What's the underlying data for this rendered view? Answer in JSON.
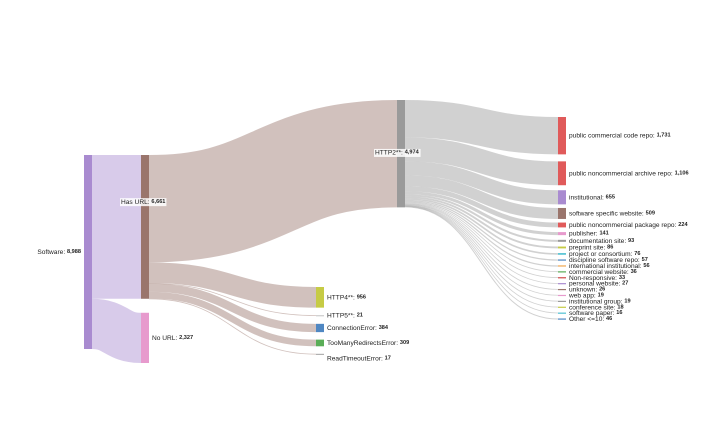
{
  "chart_data": {
    "type": "sankey",
    "nodes": [
      {
        "id": "software",
        "name": "Software",
        "value": "8,988",
        "color": "#a98bd0"
      },
      {
        "id": "has_url",
        "name": "Has URL",
        "value": "6,661",
        "color": "#9a756c"
      },
      {
        "id": "no_url",
        "name": "No URL",
        "value": "2,327",
        "color": "#e79acd"
      },
      {
        "id": "http2",
        "name": "HTTP2**",
        "value": "4,974",
        "color": "#9a9a9a"
      },
      {
        "id": "http4",
        "name": "HTTP4**",
        "value": "956",
        "color": "#c6cb45"
      },
      {
        "id": "http5",
        "name": "HTTP5**",
        "value": "21",
        "color": "#cccccc"
      },
      {
        "id": "conn_err",
        "name": "ConnectionError",
        "value": "384",
        "color": "#4f87c2"
      },
      {
        "id": "redir_err",
        "name": "TooManyRedirectsError",
        "value": "309",
        "color": "#5aad57"
      },
      {
        "id": "timeout_err",
        "name": "ReadTimeoutError",
        "value": "17",
        "color": "#b0b0b0"
      },
      {
        "id": "pub_code",
        "name": "public commercial code repo",
        "value": "1,731",
        "color": "#e05a5a"
      },
      {
        "id": "pub_noncomm",
        "name": "public noncommercial archive repo",
        "value": "1,106",
        "color": "#e05a5a"
      },
      {
        "id": "institutional",
        "name": "institutional",
        "value": "655",
        "color": "#a98bd0"
      },
      {
        "id": "sw_site",
        "name": "software specific website",
        "value": "509",
        "color": "#9a756c"
      },
      {
        "id": "pub_pkg",
        "name": "public noncommercial package repo",
        "value": "224",
        "color": "#e05a5a"
      },
      {
        "id": "publisher",
        "name": "publisher",
        "value": "141",
        "color": "#e79acd"
      },
      {
        "id": "doc_site",
        "name": "documentation site",
        "value": "93",
        "color": "#9a9a9a"
      },
      {
        "id": "preprint",
        "name": "preprint site",
        "value": "86",
        "color": "#c6cb45"
      },
      {
        "id": "project",
        "name": "project or consortium",
        "value": "76",
        "color": "#4fc1d2"
      },
      {
        "id": "discipline",
        "name": "discipline software repo",
        "value": "57",
        "color": "#4f87c2"
      },
      {
        "id": "intl_inst",
        "name": "international institutional",
        "value": "56",
        "color": "#f0a850"
      },
      {
        "id": "comm_site",
        "name": "commercial website",
        "value": "36",
        "color": "#5aad57"
      },
      {
        "id": "nonresp",
        "name": "Non-responsive",
        "value": "33",
        "color": "#d04848"
      },
      {
        "id": "personal",
        "name": "personal website",
        "value": "27",
        "color": "#a98bd0"
      },
      {
        "id": "unknown",
        "name": "unknown",
        "value": "26",
        "color": "#9a756c"
      },
      {
        "id": "webapp",
        "name": "web app",
        "value": "19",
        "color": "#e79acd"
      },
      {
        "id": "inst_group",
        "name": "institutional group",
        "value": "19",
        "color": "#9a9a9a"
      },
      {
        "id": "conf_site",
        "name": "conference site",
        "value": "18",
        "color": "#c6cb45"
      },
      {
        "id": "sw_paper",
        "name": "software paper",
        "value": "16",
        "color": "#4fc1d2"
      },
      {
        "id": "other",
        "name": "Other <=10",
        "value": "46",
        "color": "#4f87c2"
      }
    ],
    "links": [
      {
        "source": "software",
        "target": "has_url",
        "value": 6661
      },
      {
        "source": "software",
        "target": "no_url",
        "value": 2327
      },
      {
        "source": "has_url",
        "target": "http2",
        "value": 4974
      },
      {
        "source": "has_url",
        "target": "http4",
        "value": 956
      },
      {
        "source": "has_url",
        "target": "http5",
        "value": 21
      },
      {
        "source": "has_url",
        "target": "conn_err",
        "value": 384
      },
      {
        "source": "has_url",
        "target": "redir_err",
        "value": 309
      },
      {
        "source": "has_url",
        "target": "timeout_err",
        "value": 17
      },
      {
        "source": "http2",
        "target": "pub_code",
        "value": 1731
      },
      {
        "source": "http2",
        "target": "pub_noncomm",
        "value": 1106
      },
      {
        "source": "http2",
        "target": "institutional",
        "value": 655
      },
      {
        "source": "http2",
        "target": "sw_site",
        "value": 509
      },
      {
        "source": "http2",
        "target": "pub_pkg",
        "value": 224
      },
      {
        "source": "http2",
        "target": "publisher",
        "value": 141
      },
      {
        "source": "http2",
        "target": "doc_site",
        "value": 93
      },
      {
        "source": "http2",
        "target": "preprint",
        "value": 86
      },
      {
        "source": "http2",
        "target": "project",
        "value": 76
      },
      {
        "source": "http2",
        "target": "discipline",
        "value": 57
      },
      {
        "source": "http2",
        "target": "intl_inst",
        "value": 56
      },
      {
        "source": "http2",
        "target": "comm_site",
        "value": 36
      },
      {
        "source": "http2",
        "target": "nonresp",
        "value": 33
      },
      {
        "source": "http2",
        "target": "personal",
        "value": 27
      },
      {
        "source": "http2",
        "target": "unknown",
        "value": 26
      },
      {
        "source": "http2",
        "target": "webapp",
        "value": 19
      },
      {
        "source": "http2",
        "target": "inst_group",
        "value": 19
      },
      {
        "source": "http2",
        "target": "conf_site",
        "value": 18
      },
      {
        "source": "http2",
        "target": "sw_paper",
        "value": 16
      },
      {
        "source": "http2",
        "target": "other",
        "value": 46
      }
    ]
  }
}
